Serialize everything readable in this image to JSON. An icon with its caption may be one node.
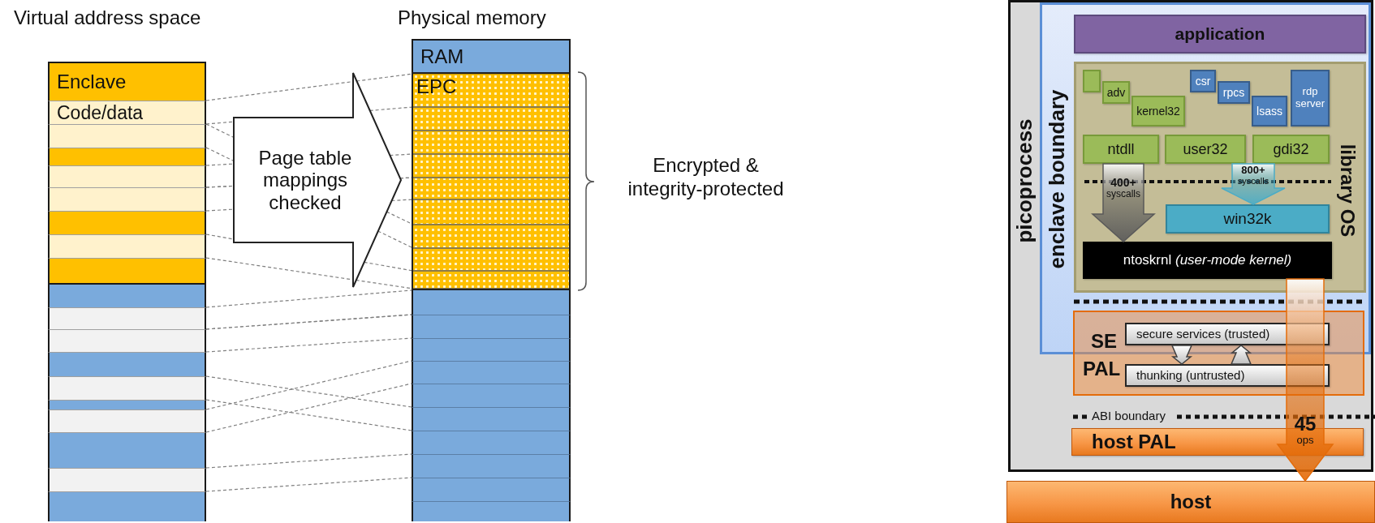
{
  "diagram": {
    "nodes": [
      {
        "text": [
          "Enclave"
        ]
      },
      {
        "text": [
          "Code/data"
        ]
      },
      {
        "text": [],
        "shape": "box"
      },
      {
        "text": [],
        "shape": "box"
      },
      {
        "text": [],
        "shape": "box"
      },
      {
        "text": [],
        "shape": "box"
      },
      {
        "text": [],
        "shape": "box"
      },
      {
        "text": [],
        "shape": "box"
      },
      {
        "text": [],
        "shape": "box"
      },
      {
        "text": [],
        "shape": "box"
      },
      {
        "text": [],
        "shape": "box"
      },
      {
        "text": [],
        "shape": "box"
      },
      {
        "text": [],
        "shape": "box"
      },
      {
        "text": [],
        "shape": "box"
      },
      {
        "text": [],
        "shape": "box"
      },
      {
        "text": [],
        "shape": "box"
      },
      {
        "text": [],
        "shape": "box"
      },
      {
        "text": [],
        "shape": "box"
      },
      {
        "text": [],
        "shape": "box"
      },
      {
        "text": [
          "RAM"
        ]
      },
      {
        "text": [],
        "shape": "box"
      },
      {
        "text": [
          "EPC"
        ],
        "in": 20
      },
      {
        "text": [],
        "shape": "box",
        "in": 20
      },
      {
        "text": [],
        "shape": "box",
        "in": 20
      },
      {
        "text": [],
        "shape": "box",
        "in": 20
      },
      {
        "text": [],
        "shape": "box",
        "in": 20
      },
      {
        "text": [],
        "shape": "box",
        "in": 20
      },
      {
        "text": [],
        "shape": "box",
        "in": 20
      },
      {
        "text": [],
        "shape": "box",
        "in": 20
      },
      {
        "text": [],
        "shape": "box",
        "in": 20
      },
      {
        "text": [],
        "shape": "box"
      },
      {
        "text": [],
        "shape": "box"
      },
      {
        "text": [],
        "shape": "box"
      },
      {
        "text": [],
        "shape": "box"
      },
      {
        "text": [],
        "shape": "box"
      },
      {
        "text": [],
        "shape": "box"
      },
      {
        "text": [],
        "shape": "box"
      },
      {
        "text": [],
        "shape": "box"
      },
      {
        "text": [],
        "shape": "box"
      },
      {
        "text": [],
        "shape": "box"
      },
      {
        "text": [
          "Page table mappings checked"
        ]
      },
      {
        "text": [
          "picoprocess"
        ]
      },
      {
        "text": [
          "enclave boundary"
        ],
        "in": 41
      },
      {
        "text": [
          "application"
        ],
        "in": 42
      },
      {
        "text": [
          "library OS"
        ],
        "in": 42
      },
      {
        "text": [],
        "shape": "box",
        "in": 44
      },
      {
        "text": [
          "adv"
        ],
        "in": 44
      },
      {
        "text": [
          "kernel32"
        ],
        "in": 44
      },
      {
        "text": [
          "csr"
        ],
        "in": 44
      },
      {
        "text": [
          "rpcs"
        ],
        "in": 44
      },
      {
        "text": [
          "lsass"
        ],
        "in": 44
      },
      {
        "text": [
          "rdp server"
        ],
        "in": 44
      },
      {
        "text": [
          "ntdll"
        ],
        "in": 44
      },
      {
        "text": [
          "user32"
        ],
        "in": 44
      },
      {
        "text": [
          "gdi32"
        ],
        "in": 44
      },
      {
        "text": [
          "win32k"
        ],
        "in": 44
      },
      {
        "text": [
          "ntoskrnl *(user-mode kernel)*"
        ],
        "in": 44
      },
      {
        "text": [
          "SE",
          "PAL"
        ],
        "in": 41
      },
      {
        "text": [
          "secure services (trusted)"
        ]
      },
      {
        "text": [
          "thunking (untrusted)"
        ],
        "in": 57
      },
      {
        "text": [
          "host PAL"
        ],
        "in": 41
      },
      {
        "text": [
          "host"
        ]
      }
    ],
    "edges": [
      {
        "from": 1,
        "to": 40,
        "arrow": "none",
        "style": "dashed"
      },
      {
        "from": 40,
        "to": 21,
        "arrow": "none",
        "style": "dashed"
      },
      {
        "from": 1,
        "to": 40,
        "arrow": "none",
        "style": "dashed"
      },
      {
        "from": 40,
        "to": 21,
        "arrow": "none",
        "style": "dashed"
      },
      {
        "from": 2,
        "to": 40,
        "arrow": "none",
        "style": "dashed"
      },
      {
        "from": 40,
        "to": 27,
        "arrow": "none",
        "style": "dashed"
      },
      {
        "from": 2,
        "to": 40,
        "arrow": "none",
        "style": "dashed"
      },
      {
        "from": 40,
        "to": 27,
        "arrow": "none",
        "style": "dashed"
      },
      {
        "from": 4,
        "to": 40,
        "arrow": "none",
        "style": "dashed"
      },
      {
        "from": 40,
        "to": 24,
        "arrow": "none",
        "style": "dashed"
      },
      {
        "from": 4,
        "to": 40,
        "arrow": "none",
        "style": "dashed"
      },
      {
        "from": 40,
        "to": 24,
        "arrow": "none",
        "style": "dashed"
      },
      {
        "from": 5,
        "to": 40,
        "arrow": "none",
        "style": "dashed"
      },
      {
        "from": 40,
        "to": 25,
        "arrow": "none",
        "style": "dashed"
      },
      {
        "from": 5,
        "to": 40,
        "arrow": "none",
        "style": "dashed"
      },
      {
        "from": 40,
        "to": 25,
        "arrow": "none",
        "style": "dashed"
      },
      {
        "from": 7,
        "to": 40,
        "arrow": "none",
        "style": "dashed"
      },
      {
        "from": 40,
        "to": 29,
        "arrow": "none",
        "style": "dashed"
      },
      {
        "from": 7,
        "to": 40,
        "arrow": "none",
        "style": "dashed"
      },
      {
        "from": 40,
        "to": 29,
        "arrow": "none",
        "style": "dashed"
      },
      {
        "from": 10,
        "to": 30,
        "arrow": "none",
        "style": "dashed"
      },
      {
        "from": 10,
        "to": 30,
        "arrow": "none",
        "style": "dashed"
      },
      {
        "from": 11,
        "to": 31,
        "arrow": "none",
        "style": "dashed"
      },
      {
        "from": 11,
        "to": 31,
        "arrow": "none",
        "style": "dashed"
      },
      {
        "from": 13,
        "to": 35,
        "arrow": "none",
        "style": "dashed"
      },
      {
        "from": 13,
        "to": 35,
        "arrow": "none",
        "style": "dashed"
      },
      {
        "from": 15,
        "to": 33,
        "arrow": "none",
        "style": "dashed"
      },
      {
        "from": 15,
        "to": 33,
        "arrow": "none",
        "style": "dashed"
      },
      {
        "from": 17,
        "to": 37,
        "arrow": "none",
        "style": "dashed"
      },
      {
        "from": 17,
        "to": 37,
        "arrow": "none",
        "style": "dashed"
      },
      {
        "from": 52,
        "to": 56,
        "arrow": "to",
        "style": "thick",
        "color": "#595959",
        "label": "**400+** syscalls"
      },
      {
        "from": 53,
        "to": 55,
        "arrow": "to",
        "style": "thick",
        "color": "#4bacc6",
        "label": "**800+** syscalls"
      },
      {
        "from": 56,
        "to": 61,
        "arrow": "to",
        "style": "thick",
        "color": "#e46c0a",
        "label": "**45** ops"
      },
      {
        "from": 58,
        "to": 59,
        "arrow": "to"
      },
      {
        "from": 59,
        "to": 58,
        "arrow": "to"
      }
    ],
    "labels": [
      "Virtual address space",
      "Physical memory",
      "Encrypted & integrity-protected",
      "ABI boundary"
    ]
  }
}
